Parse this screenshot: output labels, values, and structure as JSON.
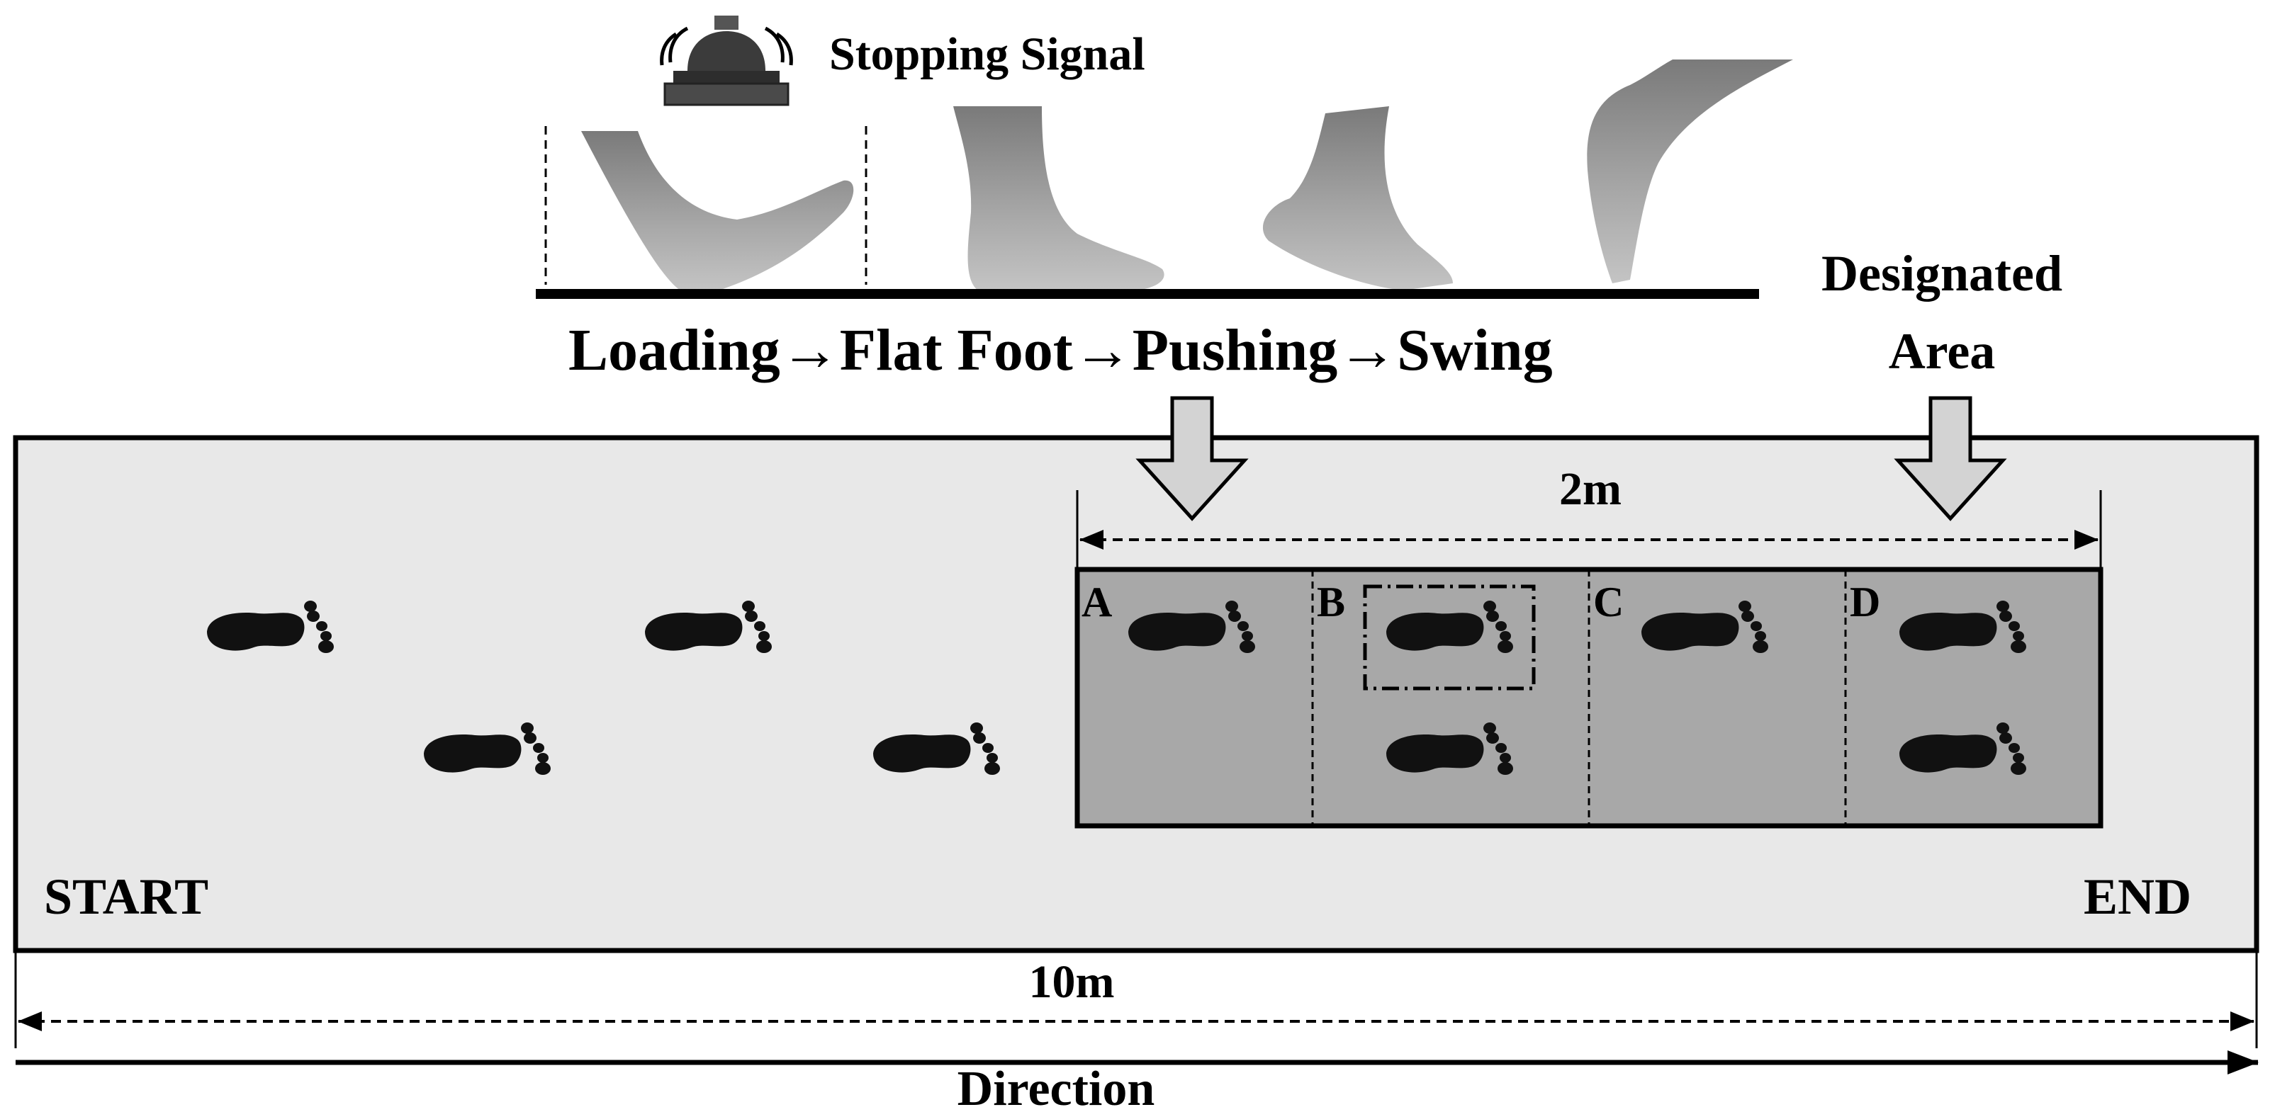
{
  "signal": {
    "label": "Stopping Signal",
    "icon": "bell-icon"
  },
  "gait_phases": {
    "sequence": "Loading→Flat Foot→Pushing→Swing",
    "icons": [
      "foot-loading-photo",
      "foot-flat-photo",
      "foot-pushing-photo",
      "foot-swing-photo"
    ]
  },
  "designated_area": {
    "title_line1": "Designated",
    "title_line2": "Area",
    "length": "2m"
  },
  "zones": [
    "A",
    "B",
    "C",
    "D"
  ],
  "track": {
    "start": "START",
    "end": "END",
    "length": "10m",
    "direction": "Direction"
  },
  "colors": {
    "track_fill": "#e8e8e8",
    "area_fill": "#a8a8a8",
    "footprint": "#111111",
    "arrow_fill": "#d3d3d3"
  }
}
